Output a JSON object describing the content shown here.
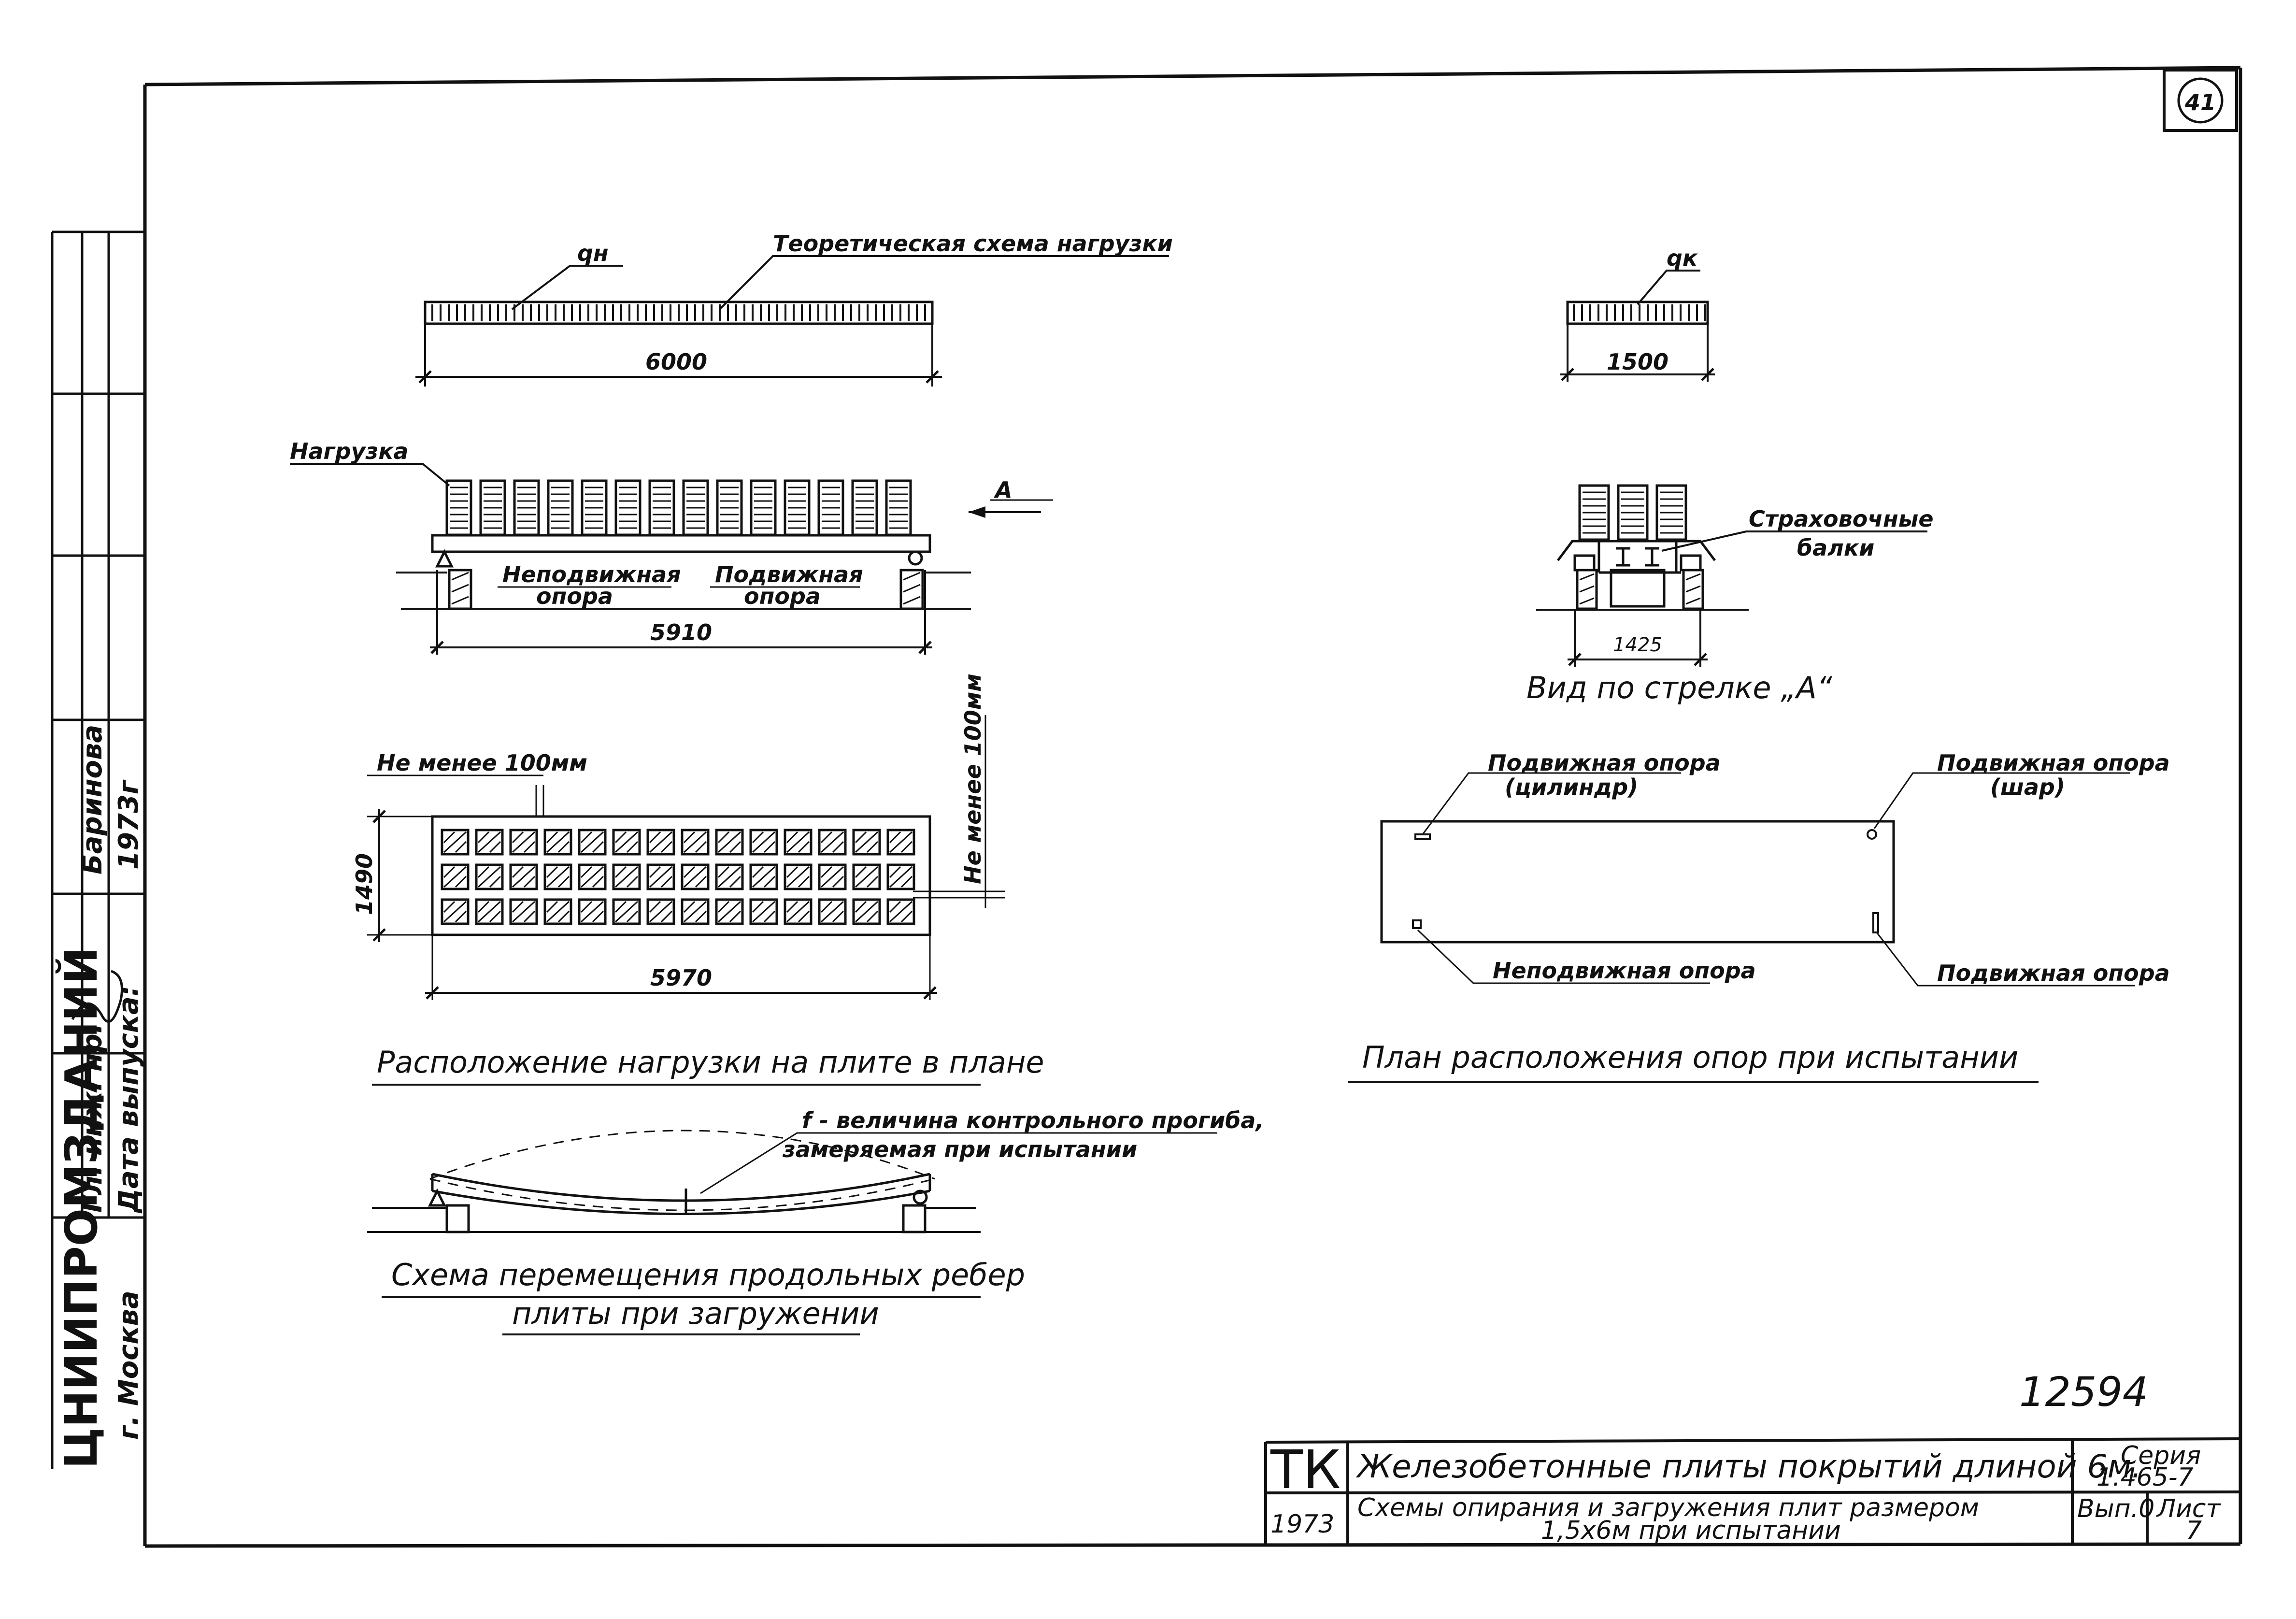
{
  "sheet_mark": "41",
  "inventory_number": "12594",
  "top_left_scheme": {
    "load_symbol": "qн",
    "heading": "Теоретическая схема нагрузки",
    "span": "6000"
  },
  "top_right_scheme": {
    "load_symbol": "qк",
    "span": "1500"
  },
  "side_view": {
    "load_label": "Нагрузка",
    "fixed_support": [
      "Неподвижная",
      "опора"
    ],
    "movable_support": [
      "Подвижная",
      "опора"
    ],
    "span": "5910",
    "arrow_mark": "А"
  },
  "section_view": {
    "beams_label": [
      "Страховочные",
      "балки"
    ],
    "width": "1425",
    "caption": "Вид по стрелке „А“"
  },
  "plan_load": {
    "left_note": "Не менее 100мм",
    "right_note": "Не менее 100мм",
    "height": "1490",
    "length": "5970",
    "caption": "Расположение нагрузки на плите в плане"
  },
  "supports_plan": {
    "top_left": [
      "Подвижная опора",
      "(цилиндр)"
    ],
    "top_right": [
      "Подвижная опора",
      "(шар)"
    ],
    "bottom_left": "Неподвижная опора",
    "bottom_right": "Подвижная опора",
    "caption": "План расположения опор при испытании"
  },
  "deflection": {
    "note": [
      "f - величина контрольного прогиба,",
      "замеряемая при испытании"
    ],
    "caption": [
      "Схема перемещения продольных ребер",
      "плиты при загружении"
    ]
  },
  "title_block": {
    "code": "ТК",
    "year": "1973",
    "title": "Железобетонные плиты покрытий длиной 6м.",
    "subtitle": [
      "Схемы опирания и загружения плит размером",
      "1,5х6м при испытании"
    ],
    "series_label": "Серия",
    "series_value": "1.465-7",
    "issue": "Вып.0",
    "sheet_label": "Лист",
    "sheet_value": "7"
  },
  "side_stamp": {
    "org": "ЦНИИПРОМЗДАНИЙ",
    "city": "г. Москва",
    "role_1": "Гл. инж. пр.",
    "name": "Баринова",
    "date_label": "Дата выпуска:",
    "year": "1973г"
  }
}
